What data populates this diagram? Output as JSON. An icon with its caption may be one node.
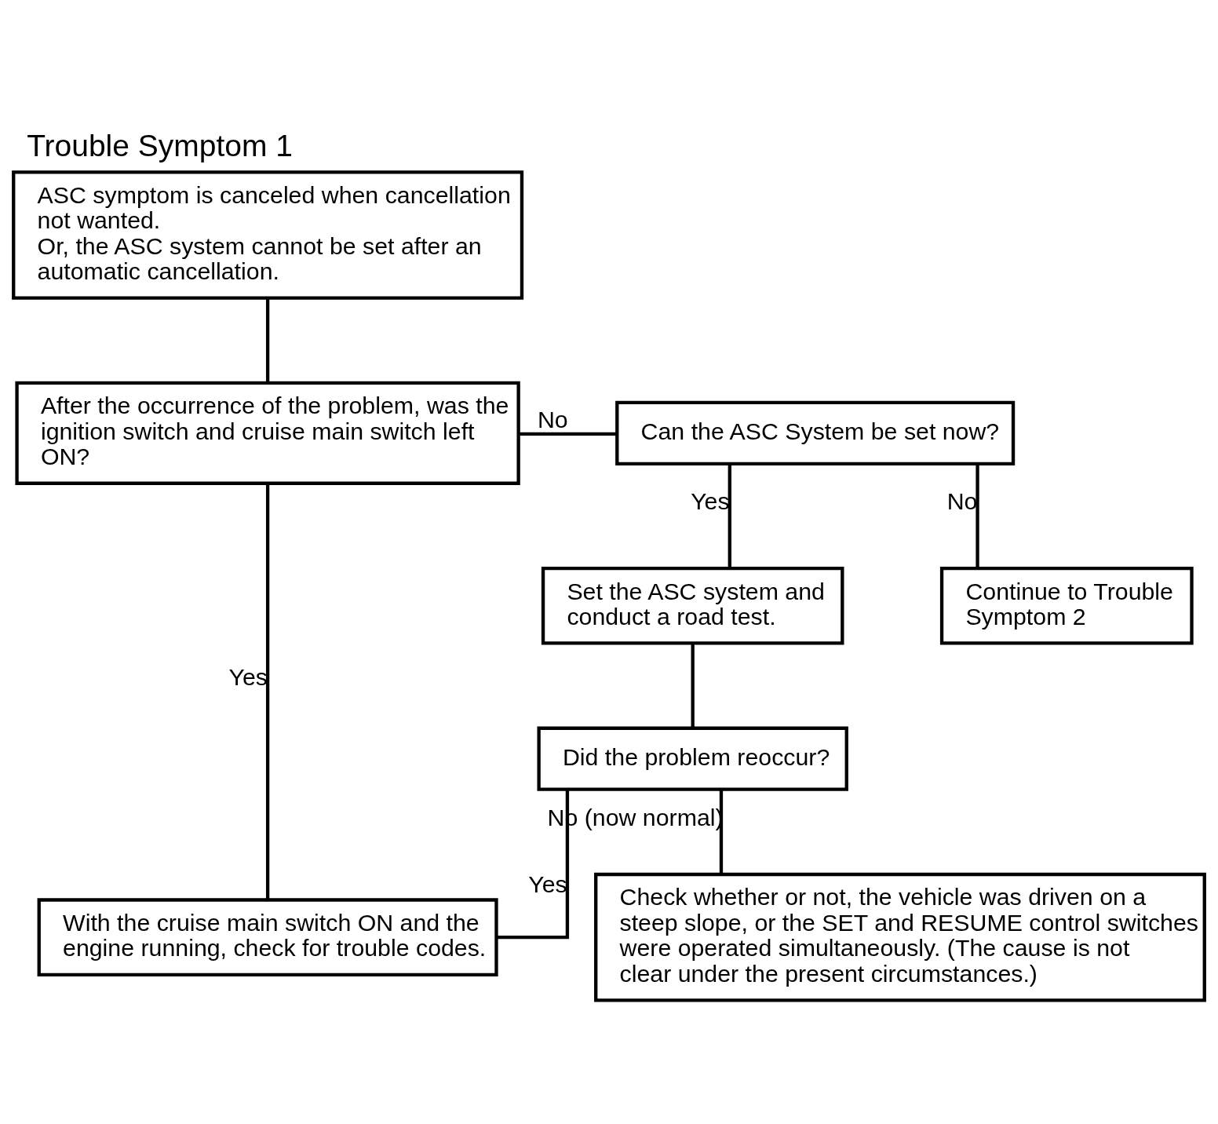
{
  "diagram": {
    "title": "Trouble Symptom 1",
    "nodes": [
      {
        "text": [
          "ASC symptom is canceled when cancellation not wanted.",
          "Or, the ASC system cannot be set after an automatic cancellation."
        ]
      },
      {
        "text": [
          "After the occurrence of the problem, was the ignition switch and cruise main switch left ON?"
        ]
      },
      {
        "text": [
          "Can the ASC System be set now?"
        ]
      },
      {
        "text": [
          "Set the ASC system and conduct a road test."
        ]
      },
      {
        "text": [
          "Continue to Trouble Symptom 2"
        ]
      },
      {
        "text": [
          "Did the problem reoccur?"
        ]
      },
      {
        "text": [
          "With the cruise main switch ON and the engine running, check for trouble codes."
        ]
      },
      {
        "text": [
          "Check whether or not, the vehicle was driven on a steep slope, or the SET and RESUME control switches were operated simultaneously. (The cause is not clear under the present circumstances.)"
        ]
      }
    ],
    "edges": [
      {
        "from": 0,
        "to": 1,
        "arrow": "none"
      },
      {
        "from": 1,
        "to": 2,
        "arrow": "none",
        "label": "No"
      },
      {
        "from": 1,
        "to": 6,
        "arrow": "none",
        "label": "Yes"
      },
      {
        "from": 2,
        "to": 3,
        "arrow": "none",
        "label": "Yes"
      },
      {
        "from": 2,
        "to": 4,
        "arrow": "none",
        "label": "No"
      },
      {
        "from": 3,
        "to": 5,
        "arrow": "none"
      },
      {
        "from": 5,
        "to": 6,
        "arrow": "none",
        "label": "Yes"
      },
      {
        "from": 5,
        "to": 7,
        "arrow": "none",
        "label": "No (now normal)"
      }
    ]
  }
}
